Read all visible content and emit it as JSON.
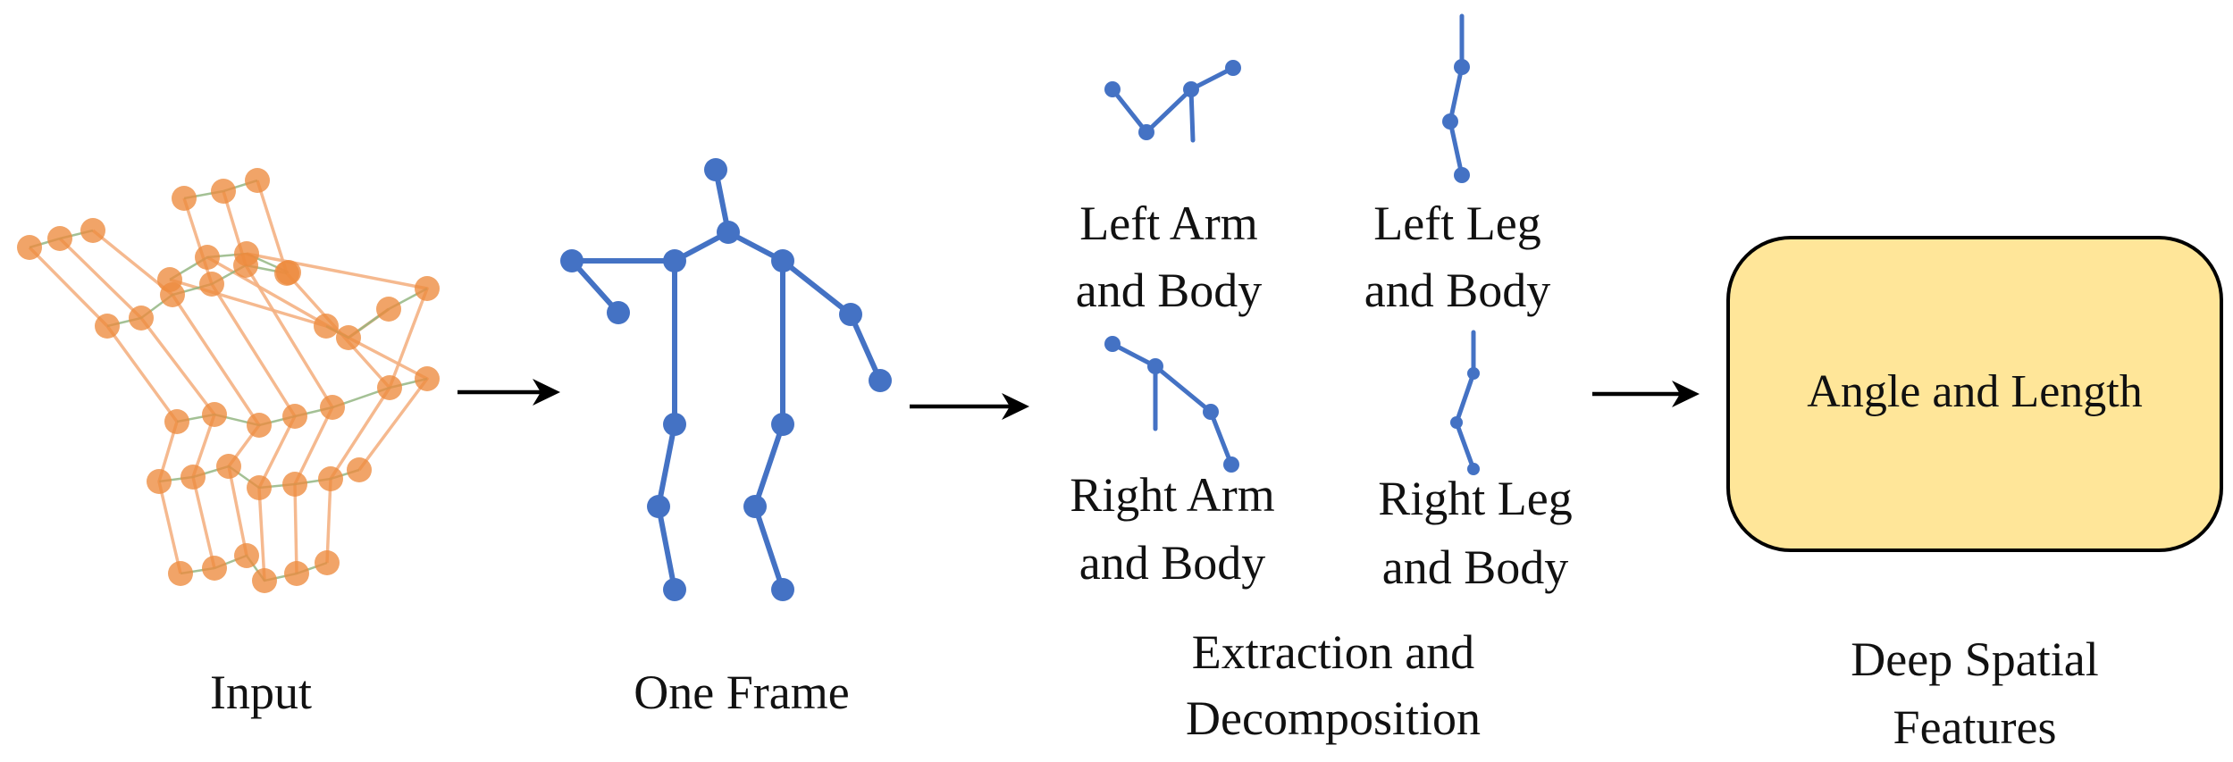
{
  "colors": {
    "orange": "#ED8B3E",
    "orange_line": "#F4B183",
    "skeleton_blue": "#4472C4",
    "feature_box_fill": "#FFE699",
    "feature_box_stroke": "#000000",
    "arrow": "#000000"
  },
  "stages": {
    "input": {
      "label": "Input"
    },
    "one_frame": {
      "label": "One Frame"
    },
    "extraction": {
      "caption": [
        "Extraction and",
        "Decomposition"
      ],
      "parts": [
        {
          "label": [
            "Left Arm",
            "and Body"
          ]
        },
        {
          "label": [
            "Left Leg",
            "and Body"
          ]
        },
        {
          "label": [
            "Right Arm",
            "and Body"
          ]
        },
        {
          "label": [
            "Right Leg",
            "and Body"
          ]
        }
      ]
    },
    "features": {
      "box_label": "Angle and Length",
      "caption": [
        "Deep Spatial",
        "Features"
      ]
    }
  }
}
